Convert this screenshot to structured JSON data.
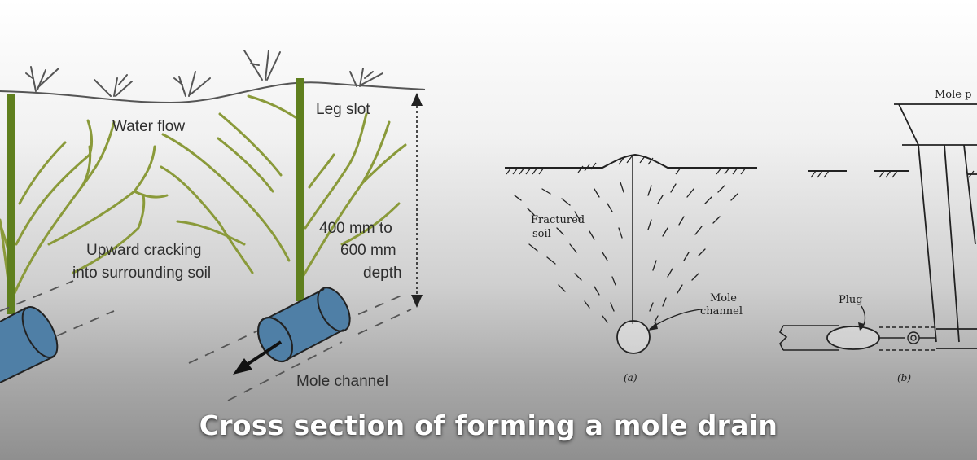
{
  "caption": "Cross section of forming a mole drain",
  "left_diagram": {
    "labels": {
      "water_flow": "Water flow",
      "leg_slot": "Leg slot",
      "depth_line1": "400 mm to",
      "depth_line2": "600 mm",
      "depth_line3": "depth",
      "cracking_line1": "Upward cracking",
      "cracking_line2": "into surrounding soil",
      "mole_channel": "Mole channel"
    }
  },
  "right_diagram": {
    "labels": {
      "fractured_line1": "Fractured",
      "fractured_line2": "soil",
      "mole_line1": "Mole",
      "mole_line2": "channel",
      "plug": "Plug",
      "mole_plough_partial": "Mole p",
      "fig_a": "(a)",
      "fig_b": "(b)"
    }
  },
  "colors": {
    "crack_green": "#8a9a3a",
    "leg_green": "#5f7f1e",
    "pipe_blue": "#4f7fa6"
  }
}
